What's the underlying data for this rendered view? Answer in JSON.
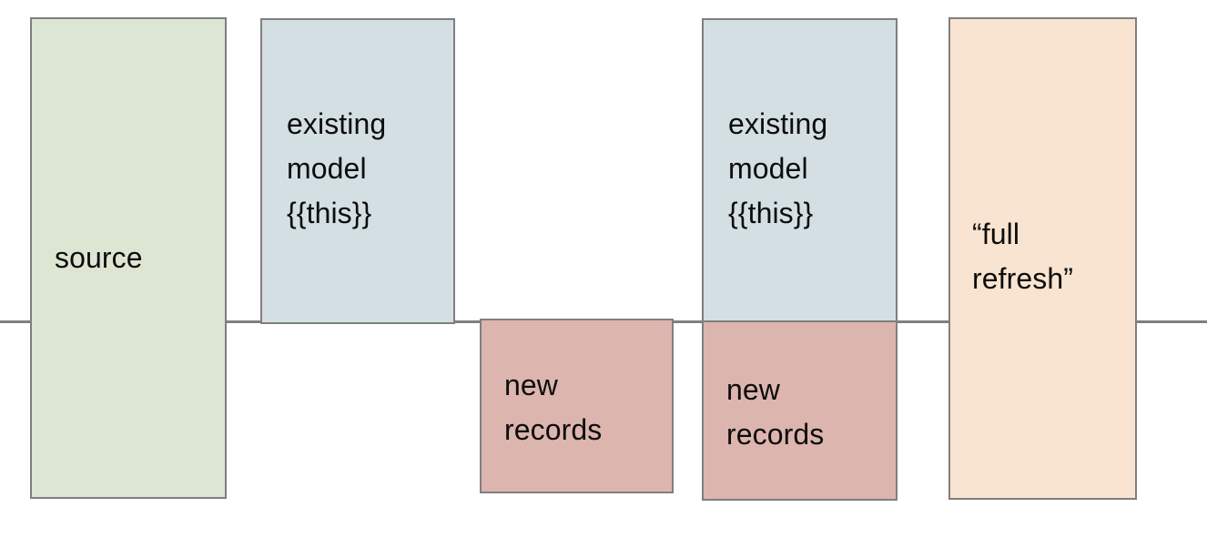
{
  "diagram": {
    "title": "incremental model full refresh diagram",
    "baseline": {
      "name": "horizontal-divider-line",
      "color": "#7f7f7f"
    },
    "colors": {
      "source_fill": "#dde5d3",
      "model_fill": "#d3dfe3",
      "new_records_fill": "#dcb5ae",
      "full_refresh_fill": "#f8e4d0",
      "border": "#7f7f7f",
      "text": "#0d0d0d",
      "background": "#ffffff"
    },
    "boxes": [
      {
        "id": "source",
        "label": "source",
        "fill": "#dde5d3"
      },
      {
        "id": "existing-model-1",
        "label": "existing\nmodel\n{{this}}",
        "fill": "#d3dfe3"
      },
      {
        "id": "new-records-1",
        "label": "new\nrecords",
        "fill": "#dcb5ae"
      },
      {
        "id": "existing-model-2",
        "label": "existing\nmodel\n{{this}}",
        "fill": "#d3dfe3"
      },
      {
        "id": "new-records-2",
        "label": "new\nrecords",
        "fill": "#dcb5ae"
      },
      {
        "id": "full-refresh",
        "label": "“full\nrefresh”",
        "fill": "#f8e4d0"
      }
    ]
  }
}
